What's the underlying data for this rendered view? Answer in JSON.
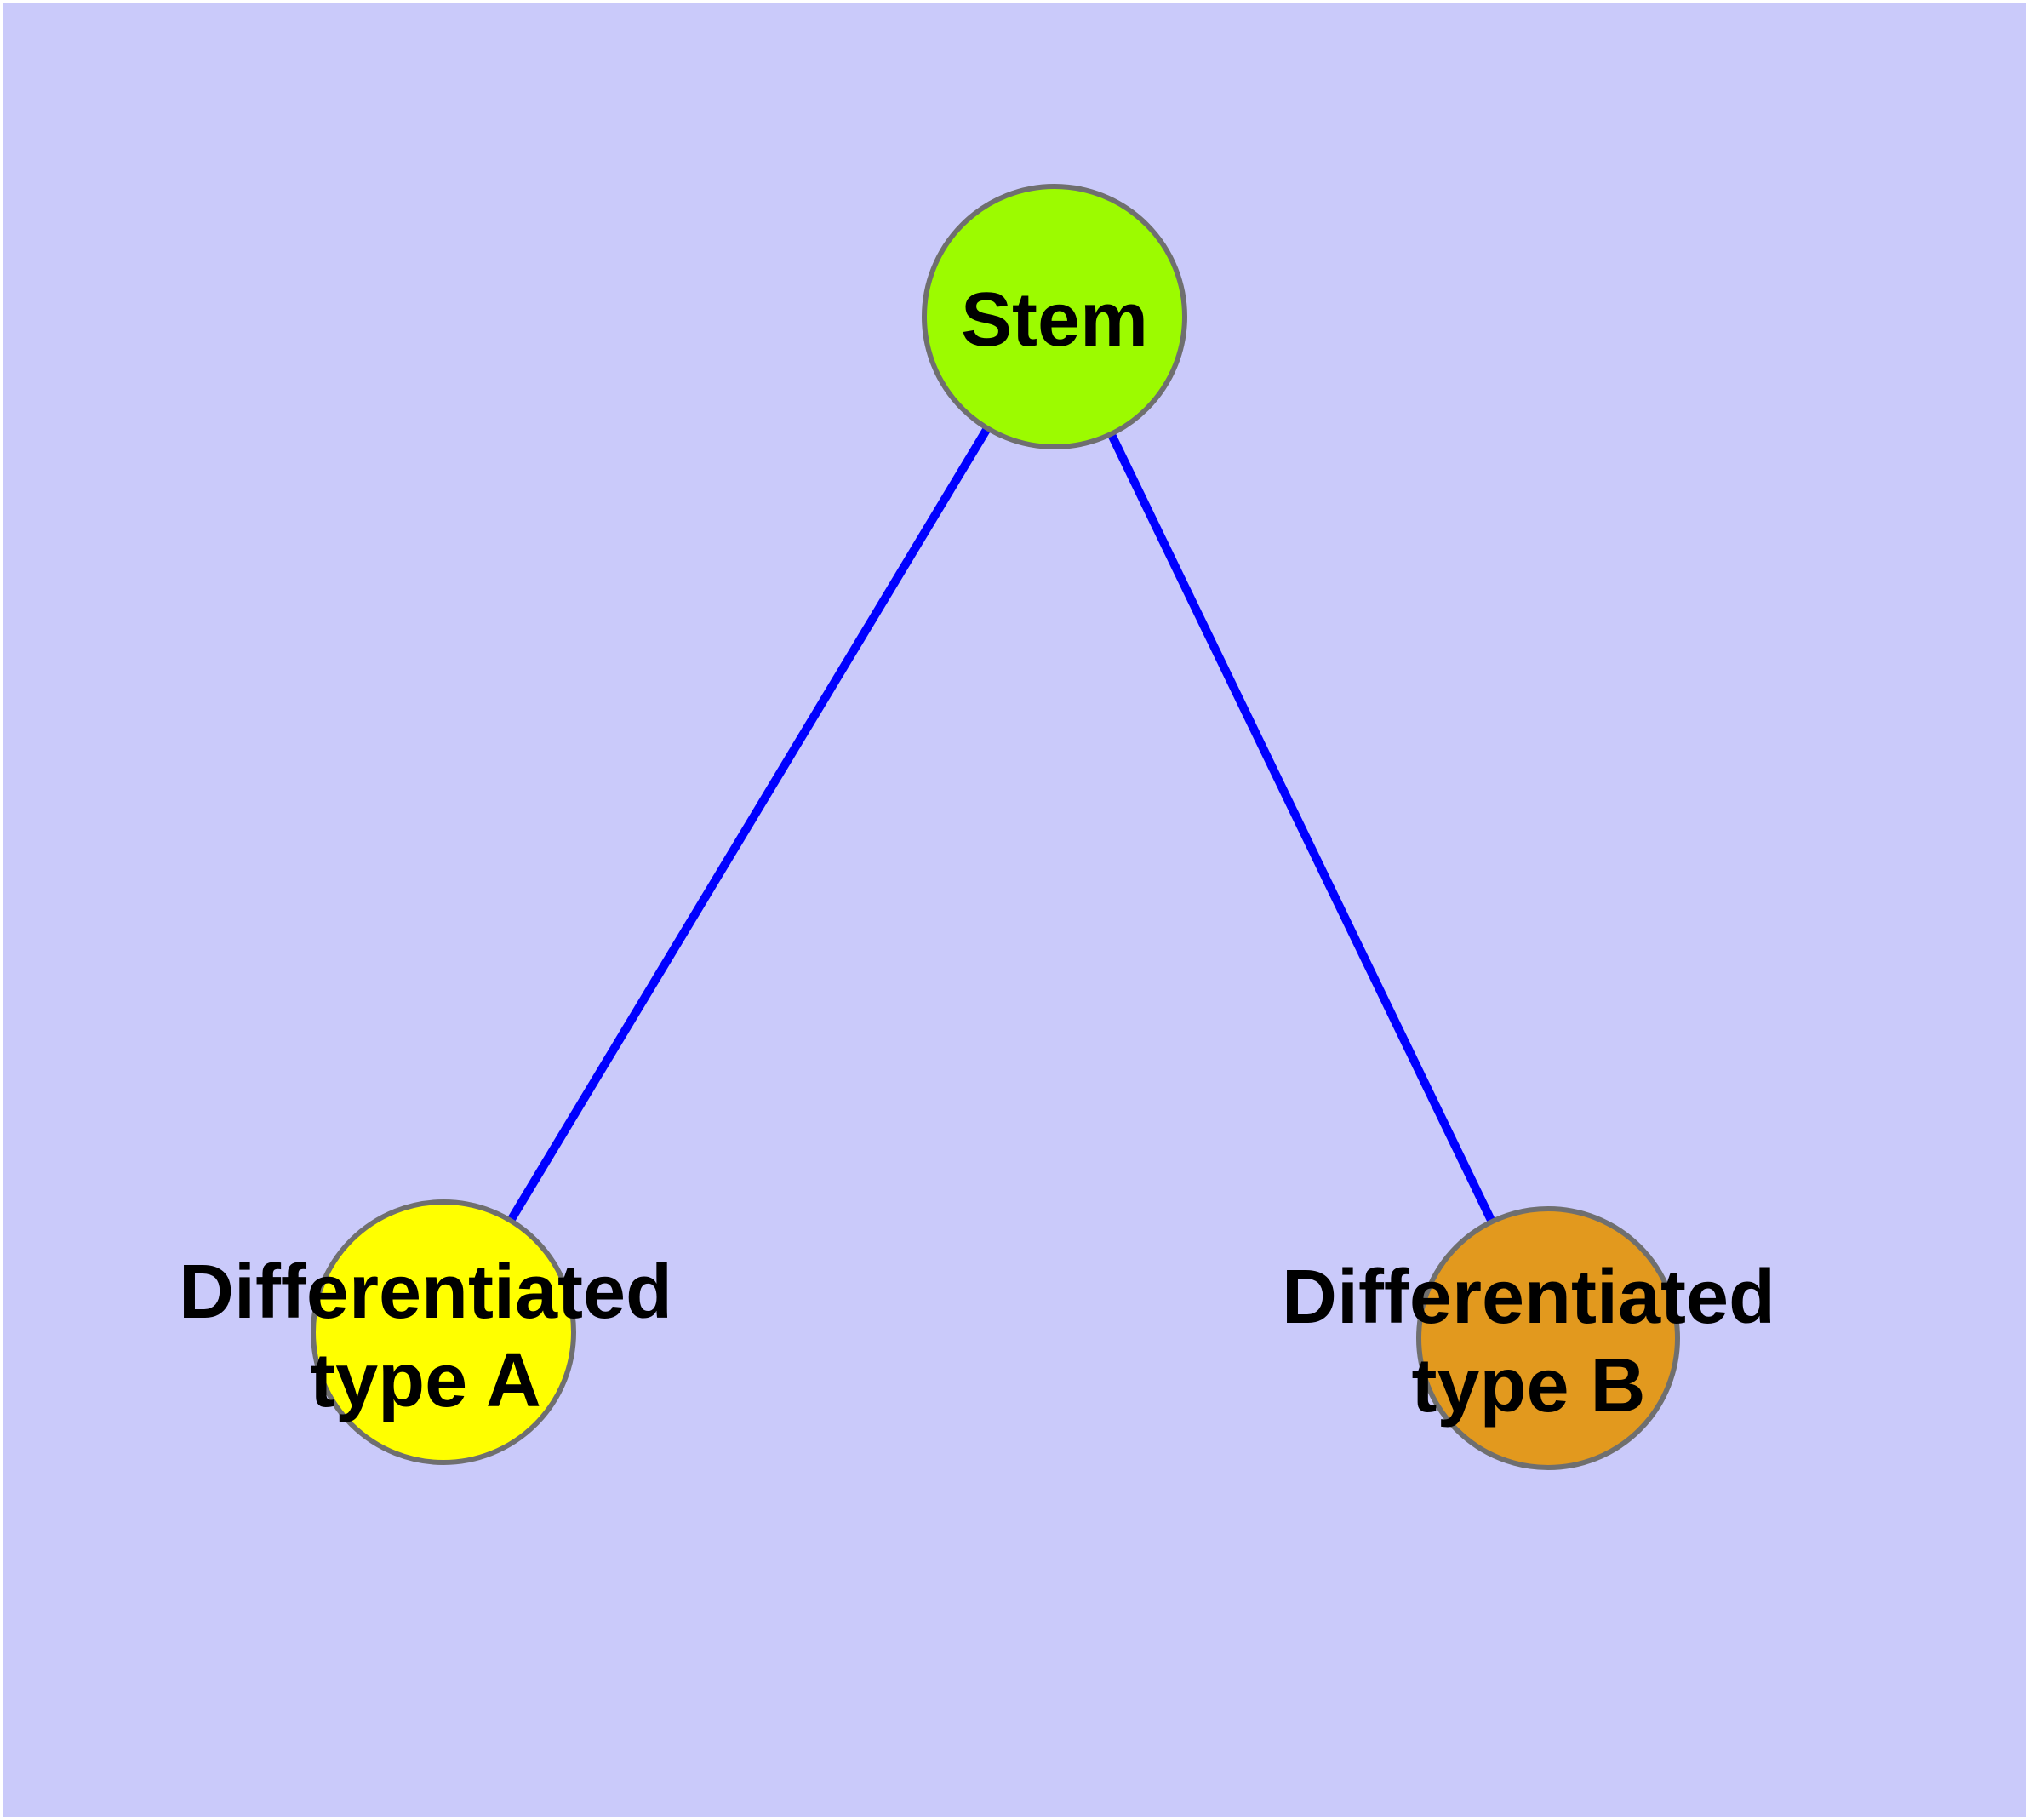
{
  "diagram": {
    "background_color": "#CACAFA",
    "page_margin_color": "#FFFFFF",
    "edge_color": "#0000FF",
    "node_outline_color": "#6F6F6F",
    "label_color": "#000000",
    "nodes": [
      {
        "id": "stem",
        "label": "Stem",
        "lines": [
          "Stem"
        ],
        "fill_color": "#9CFB00"
      },
      {
        "id": "differentiated-type-a",
        "label": "Differentiated type A",
        "lines": [
          "Differentiated",
          "type A"
        ],
        "fill_color": "#FFFF00"
      },
      {
        "id": "differentiated-type-b",
        "label": "Differentiated type B",
        "lines": [
          "Differentiated",
          "type B"
        ],
        "fill_color": "#E2991E"
      }
    ],
    "edges": [
      {
        "from": "stem",
        "to": "differentiated-type-a"
      },
      {
        "from": "stem",
        "to": "differentiated-type-b"
      }
    ]
  }
}
